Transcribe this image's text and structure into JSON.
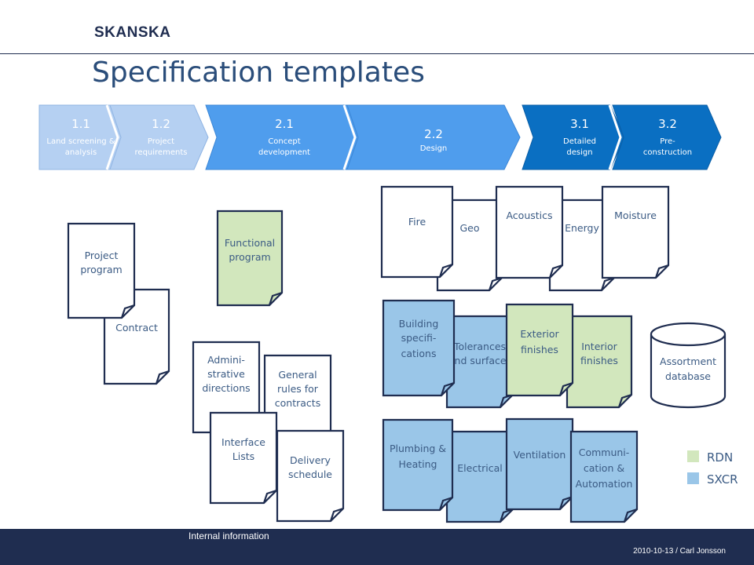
{
  "brand": "SKANSKA",
  "title": "Specification templates",
  "colors": {
    "navy": "#1f2d50",
    "title": "#2a4d7a",
    "phase_light": "#b5d0f2",
    "phase_mid": "#4f9ded",
    "phase_dark": "#0a6fc2",
    "rdn": "#d2e7bd",
    "sxcr": "#9ac6e8",
    "doc_border": "#1f2d50"
  },
  "phases": [
    {
      "num": "1.1",
      "sub": [
        "Land screening &",
        "analysis"
      ],
      "tone": "light"
    },
    {
      "num": "1.2",
      "sub": [
        "Project",
        "requirements"
      ],
      "tone": "light"
    },
    {
      "num": "2.1",
      "sub": [
        "Concept",
        "development"
      ],
      "tone": "mid"
    },
    {
      "num": "2.2",
      "sub": [
        "Design"
      ],
      "tone": "mid"
    },
    {
      "num": "3.1",
      "sub": [
        "Detailed",
        "design"
      ],
      "tone": "dark"
    },
    {
      "num": "3.2",
      "sub": [
        "Pre-",
        "construction"
      ],
      "tone": "dark"
    }
  ],
  "documents": [
    {
      "id": "contract",
      "label": [
        "Contract"
      ],
      "fill": "white"
    },
    {
      "id": "project-program",
      "label": [
        "Project",
        "program"
      ],
      "fill": "white"
    },
    {
      "id": "functional-program",
      "label": [
        "Functional",
        "program"
      ],
      "fill": "rdn"
    },
    {
      "id": "general-rules",
      "label": [
        "General",
        "rules for",
        "contracts"
      ],
      "fill": "white"
    },
    {
      "id": "administrative-directions",
      "label": [
        "Admini-",
        "strative",
        "directions"
      ],
      "fill": "white"
    },
    {
      "id": "delivery-schedule",
      "label": [
        "Delivery",
        "schedule"
      ],
      "fill": "white"
    },
    {
      "id": "interface-lists",
      "label": [
        "Interface",
        "Lists"
      ],
      "fill": "white"
    },
    {
      "id": "geo",
      "label": [
        "Geo"
      ],
      "fill": "white"
    },
    {
      "id": "fire",
      "label": [
        "Fire"
      ],
      "fill": "white"
    },
    {
      "id": "energy",
      "label": [
        "Energy"
      ],
      "fill": "white"
    },
    {
      "id": "acoustics",
      "label": [
        "Acoustics"
      ],
      "fill": "white"
    },
    {
      "id": "moisture",
      "label": [
        "Moisture"
      ],
      "fill": "white"
    },
    {
      "id": "tolerances",
      "label": [
        "Tolerances",
        "and surfaces"
      ],
      "fill": "sxcr"
    },
    {
      "id": "building-specifications",
      "label": [
        "Building",
        "specifi-",
        "cations"
      ],
      "fill": "sxcr"
    },
    {
      "id": "interior-finishes",
      "label": [
        "Interior",
        "finishes"
      ],
      "fill": "rdn"
    },
    {
      "id": "exterior-finishes",
      "label": [
        "Exterior",
        "finishes"
      ],
      "fill": "rdn"
    },
    {
      "id": "electrical",
      "label": [
        "Electrical"
      ],
      "fill": "sxcr"
    },
    {
      "id": "plumbing-heating",
      "label": [
        "Plumbing &",
        "Heating"
      ],
      "fill": "sxcr"
    },
    {
      "id": "ventilation",
      "label": [
        "Ventilation"
      ],
      "fill": "sxcr"
    },
    {
      "id": "communication-automation",
      "label": [
        "Communi-",
        "cation &",
        "Automation"
      ],
      "fill": "sxcr"
    }
  ],
  "database": {
    "label": [
      "Assortment",
      "database"
    ]
  },
  "legend": [
    {
      "label": "RDN",
      "fill": "rdn"
    },
    {
      "label": "SXCR",
      "fill": "sxcr"
    }
  ],
  "footer": {
    "info": "Internal information",
    "date_author": "2010-10-13 / Carl Jonsson"
  }
}
